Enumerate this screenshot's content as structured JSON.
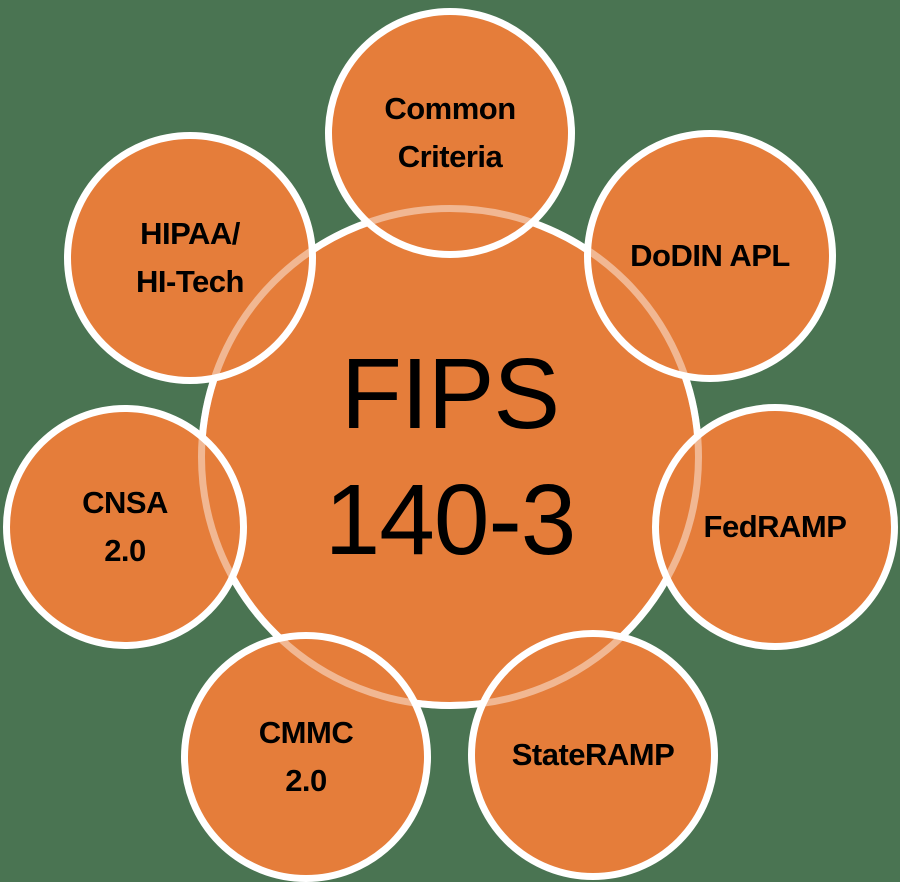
{
  "colors": {
    "background": "#4A7452",
    "circle_fill": "#E57D3A",
    "circle_border": "#FFFFFF",
    "overlay_ring": "rgba(255,255,255,0.45)",
    "label_text": "#000000"
  },
  "center_circle": {
    "line1": "FIPS",
    "line2": "140-3"
  },
  "satellite_circles": {
    "common_criteria": {
      "line1": "Common",
      "line2": "Criteria"
    },
    "hipaa_hitech": {
      "line1": "HIPAA/",
      "line2": "HI-Tech"
    },
    "dodin_apl": {
      "line1": "DoDIN APL"
    },
    "cnsa": {
      "line1": "CNSA",
      "line2": "2.0"
    },
    "fedramp": {
      "line1": "FedRAMP"
    },
    "cmmc": {
      "line1": "CMMC",
      "line2": "2.0"
    },
    "stateramp": {
      "line1": "StateRAMP"
    }
  }
}
